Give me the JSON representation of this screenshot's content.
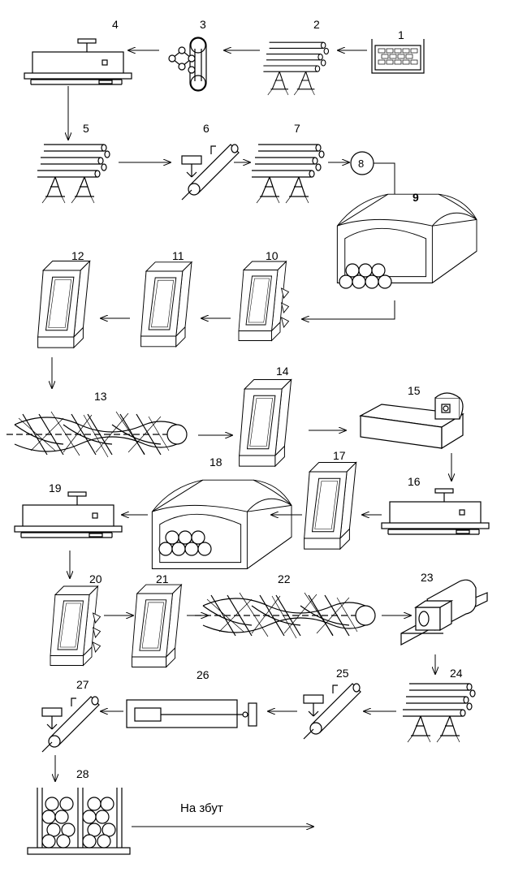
{
  "steps": [
    {
      "id": "1",
      "label": "1"
    },
    {
      "id": "2",
      "label": "2"
    },
    {
      "id": "3",
      "label": "3"
    },
    {
      "id": "4",
      "label": "4"
    },
    {
      "id": "5",
      "label": "5"
    },
    {
      "id": "6",
      "label": "6"
    },
    {
      "id": "7",
      "label": "7"
    },
    {
      "id": "8",
      "label": "8"
    },
    {
      "id": "9",
      "label": "9"
    },
    {
      "id": "10",
      "label": "10"
    },
    {
      "id": "11",
      "label": "11"
    },
    {
      "id": "12",
      "label": "12"
    },
    {
      "id": "13",
      "label": "13"
    },
    {
      "id": "14",
      "label": "14"
    },
    {
      "id": "15",
      "label": "15"
    },
    {
      "id": "16",
      "label": "16"
    },
    {
      "id": "17",
      "label": "17"
    },
    {
      "id": "18",
      "label": "18"
    },
    {
      "id": "19",
      "label": "19"
    },
    {
      "id": "20",
      "label": "20"
    },
    {
      "id": "21",
      "label": "21"
    },
    {
      "id": "22",
      "label": "22"
    },
    {
      "id": "23",
      "label": "23"
    },
    {
      "id": "24",
      "label": "24"
    },
    {
      "id": "25",
      "label": "25"
    },
    {
      "id": "26",
      "label": "26"
    },
    {
      "id": "27",
      "label": "27"
    },
    {
      "id": "28",
      "label": "28"
    }
  ],
  "output_label": "На збут"
}
